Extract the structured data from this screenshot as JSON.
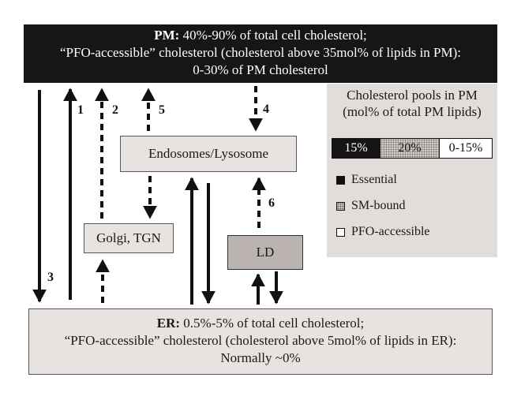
{
  "pm": {
    "label": "PM:",
    "line1": " 40%-90% of total cell cholesterol;",
    "line2": "“PFO-accessible” cholesterol (cholesterol above 35mol% of lipids in PM):",
    "line3": "0-30% of PM cholesterol"
  },
  "er": {
    "label": "ER:",
    "line1": " 0.5%-5% of total cell cholesterol;",
    "line2": "“PFO-accessible” cholesterol (cholesterol above 5mol% of lipids in ER):",
    "line3": "Normally ~0%"
  },
  "endosomes": {
    "label": "Endosomes/Lysosome"
  },
  "golgi": {
    "label": "Golgi, TGN"
  },
  "ld": {
    "label": "LD"
  },
  "pools": {
    "title_line1": "Cholesterol pools in PM",
    "title_line2": "(mol% of total PM lipids)",
    "bar": {
      "essential": "15%",
      "sm_bound": "20%",
      "pfo": "0-15%"
    },
    "legend": [
      {
        "name": "Essential",
        "swatch": "solid-black"
      },
      {
        "name": "SM-bound",
        "swatch": "dotted-gray"
      },
      {
        "name": "PFO-accessible",
        "swatch": "white"
      }
    ]
  },
  "arrows": {
    "n1": "1",
    "n2": "2",
    "n3": "3",
    "n4": "4",
    "n5": "5",
    "n6": "6"
  },
  "colors": {
    "pm_fill": "#161616",
    "box_fill": "#e8e3e1",
    "ld_fill": "#bab3b0",
    "panel_fill": "#e2dcda"
  }
}
